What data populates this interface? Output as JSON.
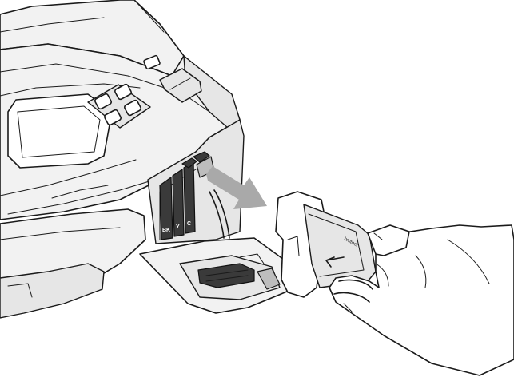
{
  "illustration": {
    "slot_labels": [
      "BK",
      "Y",
      "C"
    ],
    "cartridge_brand": "brother",
    "colors": {
      "outline": "#1a1a1a",
      "arrow": "#a9a9a9",
      "slot": "#3a3a3a",
      "panel": "#e6e6e6"
    }
  }
}
